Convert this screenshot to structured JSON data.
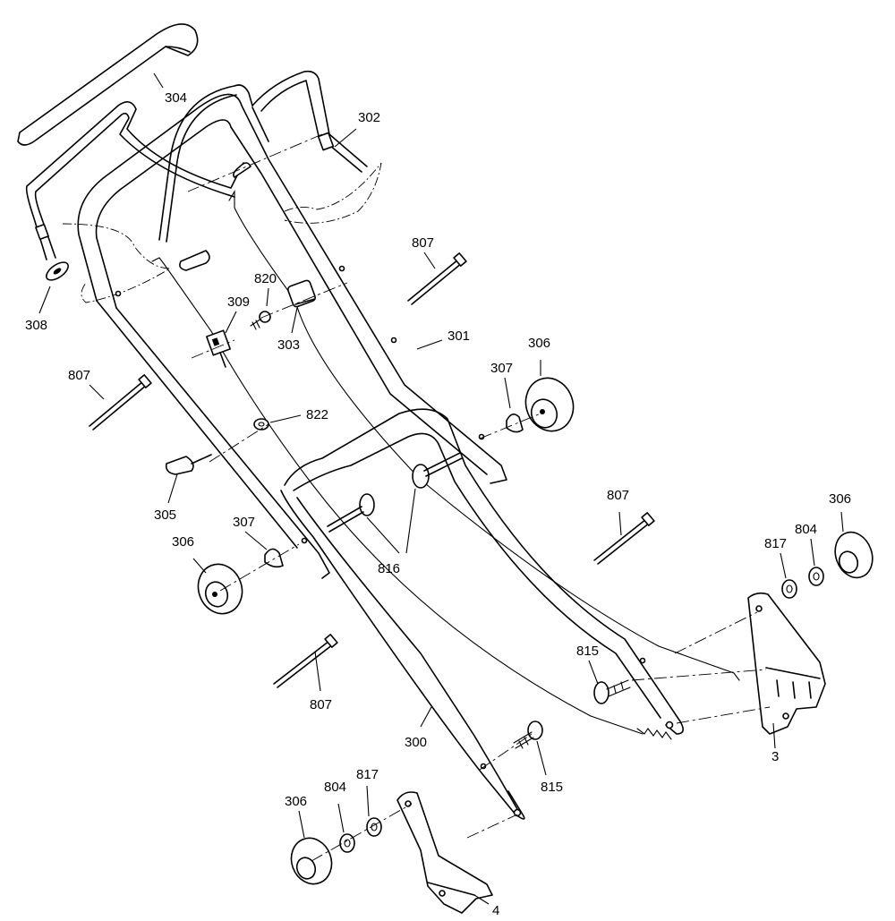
{
  "callouts": [
    {
      "id": "c304",
      "text": "304"
    },
    {
      "id": "c302",
      "text": "302"
    },
    {
      "id": "c308",
      "text": "308"
    },
    {
      "id": "c820",
      "text": "820"
    },
    {
      "id": "c309",
      "text": "309"
    },
    {
      "id": "c303",
      "text": "303"
    },
    {
      "id": "c807a",
      "text": "807"
    },
    {
      "id": "c301",
      "text": "301"
    },
    {
      "id": "c306a",
      "text": "306"
    },
    {
      "id": "c307a",
      "text": "307"
    },
    {
      "id": "c807b",
      "text": "807"
    },
    {
      "id": "c822",
      "text": "822"
    },
    {
      "id": "c305",
      "text": "305"
    },
    {
      "id": "c807c",
      "text": "807"
    },
    {
      "id": "c306b",
      "text": "306"
    },
    {
      "id": "c307b",
      "text": "307"
    },
    {
      "id": "c816",
      "text": "816"
    },
    {
      "id": "c306c",
      "text": "306"
    },
    {
      "id": "c804a",
      "text": "804"
    },
    {
      "id": "c817a",
      "text": "817"
    },
    {
      "id": "c815a",
      "text": "815"
    },
    {
      "id": "c807d",
      "text": "807"
    },
    {
      "id": "c3",
      "text": "3"
    },
    {
      "id": "c300",
      "text": "300"
    },
    {
      "id": "c815b",
      "text": "815"
    },
    {
      "id": "c306d",
      "text": "306"
    },
    {
      "id": "c804b",
      "text": "804"
    },
    {
      "id": "c817b",
      "text": "817"
    },
    {
      "id": "c4",
      "text": "4"
    }
  ]
}
